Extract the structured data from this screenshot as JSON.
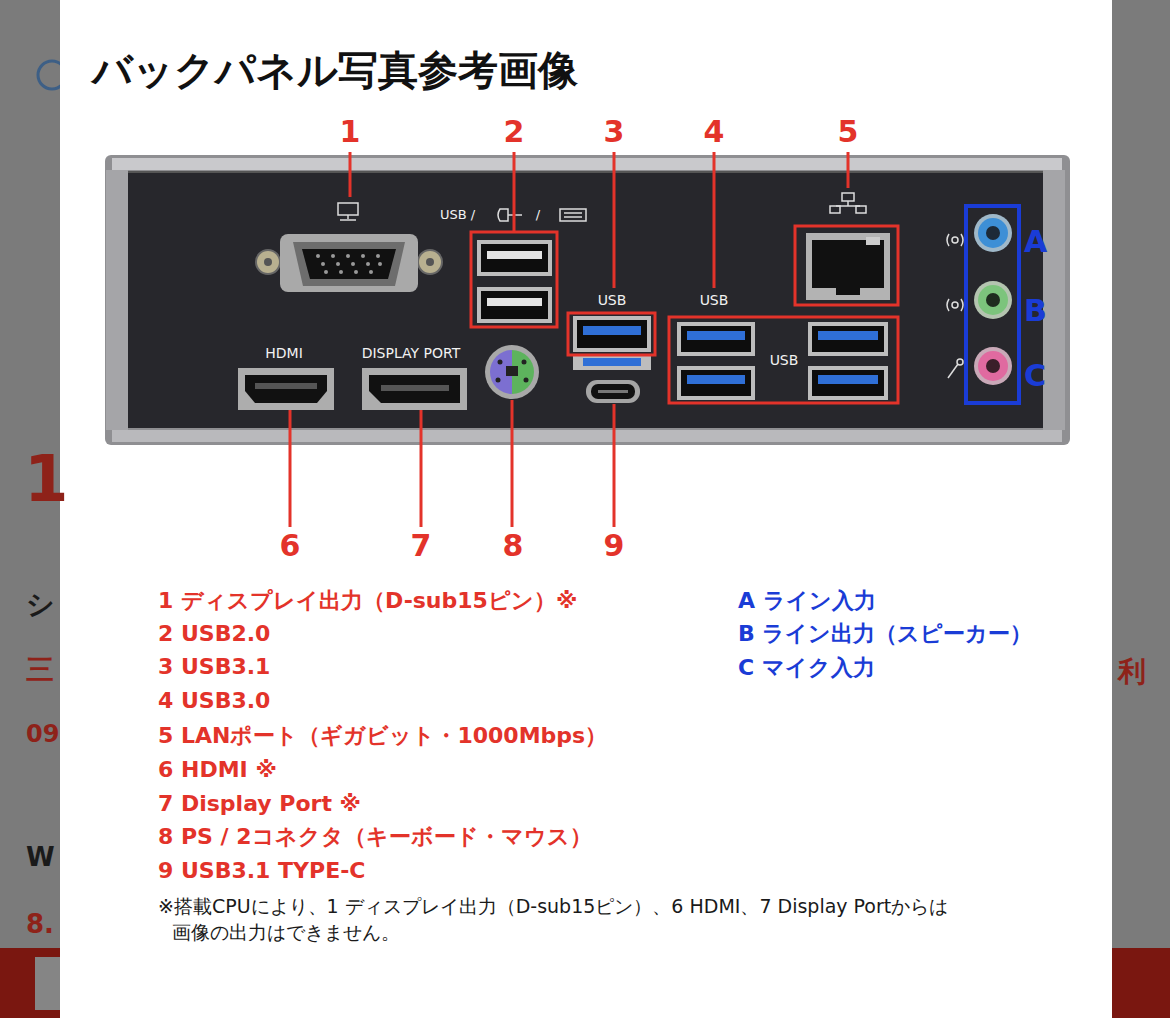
{
  "diagram": {
    "title": "バックパネル写真参考画像",
    "labels": [
      "1",
      "2",
      "3",
      "4",
      "5",
      "USB /",
      "/",
      "USB",
      "USB",
      "USB",
      "HDMI",
      "DISPLAY PORT",
      "A",
      "B",
      "C",
      "6",
      "7",
      "8",
      "9",
      "1 ディスプレイ出力（D-sub15ピン）※",
      "2 USB2.0",
      "3 USB3.1",
      "4 USB3.0",
      "5 LANポート（ギガビット・1000Mbps）",
      "6 HDMI ※",
      "7 Display Port ※",
      "8 PS / 2コネクタ（キーボード・マウス）",
      "9 USB3.1 TYPE-C",
      "A ライン入力",
      "B ライン出力（スピーカー）",
      "C マイク入力",
      "※搭載CPUにより、1 ディスプレイ出力（D-sub15ピン）、6 HDMI、7 Display Portからは 画像の出力はできません。",
      "1",
      "シ",
      "三",
      "利",
      "09",
      "W",
      "8."
    ]
  }
}
